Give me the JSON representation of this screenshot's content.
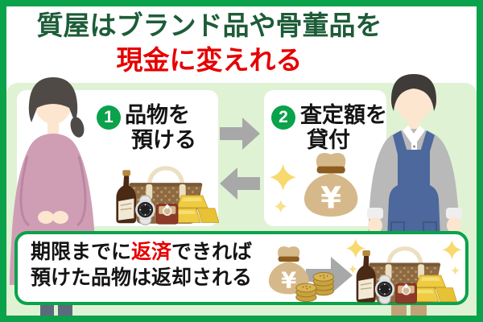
{
  "title": {
    "line1": "質屋はブランド品や骨董品を",
    "line2": "現金に変えれる"
  },
  "flow": {
    "steps": [
      {
        "number": "1",
        "line1": "品物を",
        "line2": "預ける"
      },
      {
        "number": "2",
        "line1": "査定額を",
        "line2": "貸付"
      }
    ]
  },
  "bottom_note": {
    "line1_before": "期限までに",
    "line1_highlight": "返済",
    "line1_after": "できれば",
    "line2": "預けた品物は返却される"
  },
  "symbols": {
    "yen": "¥"
  },
  "colors": {
    "frame_green": "#0aa24a",
    "panel_green": "#dff3d4",
    "title_green": "#1d5c38",
    "highlight_red": "#e60000",
    "step_circle_green": "#0aa24a",
    "arrow_gray": "#a8a8a8",
    "text_black": "#141414"
  },
  "icons": {
    "customer": "woman-customer-icon",
    "clerk": "pawnshop-clerk-icon",
    "valuables": "brand-bag-bottle-watch-ring-gold-icon",
    "money_bag": "money-bag-yen-icon",
    "coins": "gold-coins-icon",
    "sparkles": "sparkle-icon",
    "arrows": "flow-arrow-icon"
  }
}
